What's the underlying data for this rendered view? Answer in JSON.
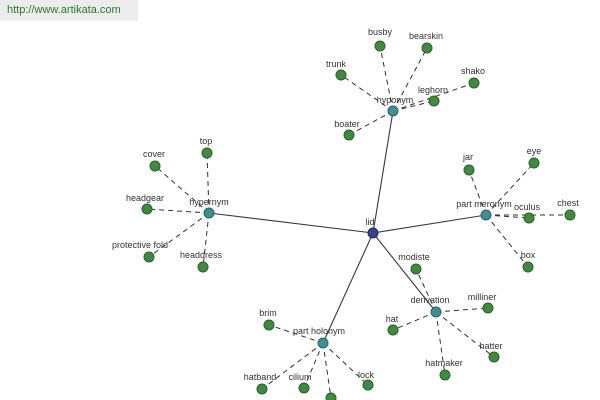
{
  "header": {
    "url": "http://www.artikata.com"
  },
  "graph": {
    "center": {
      "name": "center-node-lid",
      "label": "lid"
    },
    "groups": [
      {
        "key": "hyponym",
        "label": "hyponym",
        "leaves": [
          "busby",
          "bearskin",
          "trunk",
          "shako",
          "leghorn",
          "boater"
        ]
      },
      {
        "key": "hypernym",
        "label": "hypernym",
        "leaves": [
          "top",
          "cover",
          "headgear",
          "protective fold",
          "headdress"
        ]
      },
      {
        "key": "part-meronym",
        "label": "part meronym",
        "leaves": [
          "jar",
          "eye",
          "oculus",
          "chest",
          "box"
        ]
      },
      {
        "key": "derivation",
        "label": "derivation",
        "leaves": [
          "modiste",
          "milliner",
          "hat",
          "hatter",
          "hatmaker"
        ]
      },
      {
        "key": "part-holonym",
        "label": "part holonym",
        "leaves": [
          "brim",
          "hatband",
          "cilium",
          "lock",
          ""
        ]
      }
    ]
  }
}
